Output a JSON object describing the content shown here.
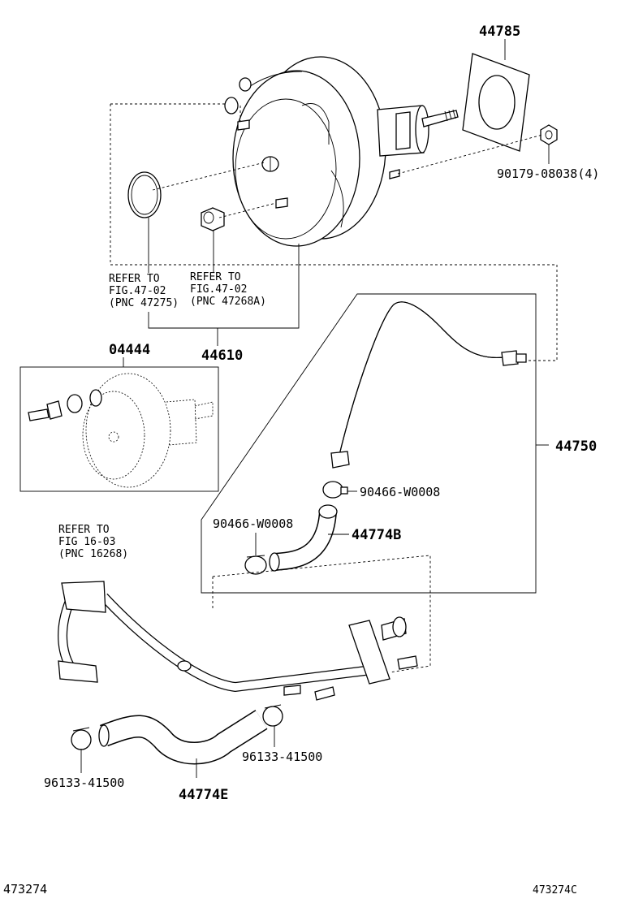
{
  "labels": {
    "gasket": "44785",
    "nut": "90179-08038(4)",
    "ref_a_1": "REFER TO",
    "ref_a_2": "FIG.47-02",
    "ref_a_3": "(PNC 47275)",
    "ref_b_1": "REFER TO",
    "ref_b_2": "FIG.47-02",
    "ref_b_3": "(PNC 47268A)",
    "booster_assy": "44610",
    "kit": "04444",
    "hose_assy": "44750",
    "clip_upper": "90466-W0008",
    "clip_lower": "90466-W0008",
    "hose_b": "44774B",
    "ref_c_1": "REFER TO",
    "ref_c_2": "FIG 16-03",
    "ref_c_3": "(PNC 16268)",
    "clamp_right": "96133-41500",
    "clamp_left": "96133-41500",
    "hose_e": "44774E",
    "footer_left": "473274",
    "footer_right": "473274C"
  }
}
